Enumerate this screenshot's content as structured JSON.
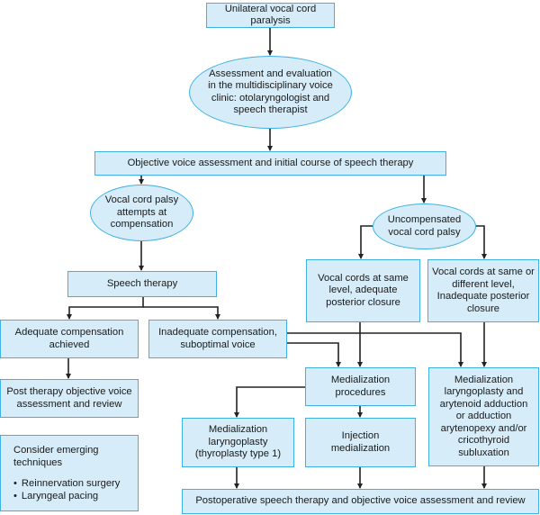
{
  "diagram": {
    "title": "Unilateral vocal cord paralysis",
    "nodes": {
      "root": "Unilateral vocal cord paralysis",
      "assessment": "Assessment and evaluation in the multidisciplinary voice clinic: otolaryngologist and speech therapist",
      "objective": "Objective voice assessment and initial course of speech therapy",
      "compensation_attempt": "Vocal cord palsy attempts at compensation",
      "uncompensated": "Uncompensated vocal cord palsy",
      "speech_therapy": "Speech therapy",
      "same_level": "Vocal cords at same level, adequate posterior closure",
      "diff_level": "Vocal cords at same or different level, Inadequate posterior closure",
      "adequate": "Adequate compensation achieved",
      "inadequate": "Inadequate compensation, suboptimal voice",
      "post_therapy": "Post therapy objective voice assessment and review",
      "medialization_procedures": "Medialization procedures",
      "medialization_arytenoid": "Medialization laryngoplasty and arytenoid adduction or adduction arytenopexy and/or cricothyroid subluxation",
      "emerging_title": "Consider emerging techniques",
      "emerging_items": [
        "Reinnervation surgery",
        "Laryngeal pacing"
      ],
      "thyroplasty": "Medialization laryngoplasty (thyroplasty type 1)",
      "injection": "Injection medialization",
      "postoperative": "Postoperative speech therapy and objective voice assessment and review"
    },
    "edges": [
      [
        "root",
        "assessment"
      ],
      [
        "assessment",
        "objective"
      ],
      [
        "objective",
        "compensation_attempt"
      ],
      [
        "objective",
        "uncompensated"
      ],
      [
        "compensation_attempt",
        "speech_therapy"
      ],
      [
        "uncompensated",
        "same_level"
      ],
      [
        "uncompensated",
        "diff_level"
      ],
      [
        "speech_therapy",
        "adequate"
      ],
      [
        "speech_therapy",
        "inadequate"
      ],
      [
        "adequate",
        "post_therapy"
      ],
      [
        "inadequate",
        "medialization_procedures"
      ],
      [
        "inadequate",
        "medialization_arytenoid"
      ],
      [
        "same_level",
        "medialization_procedures"
      ],
      [
        "diff_level",
        "medialization_arytenoid"
      ],
      [
        "medialization_procedures",
        "thyroplasty"
      ],
      [
        "medialization_procedures",
        "injection"
      ],
      [
        "thyroplasty",
        "postoperative"
      ],
      [
        "injection",
        "postoperative"
      ],
      [
        "medialization_arytenoid",
        "postoperative"
      ]
    ],
    "colors": {
      "fill": "#d6ecf8",
      "border": "#3fb0e3",
      "line": "#222222"
    }
  }
}
